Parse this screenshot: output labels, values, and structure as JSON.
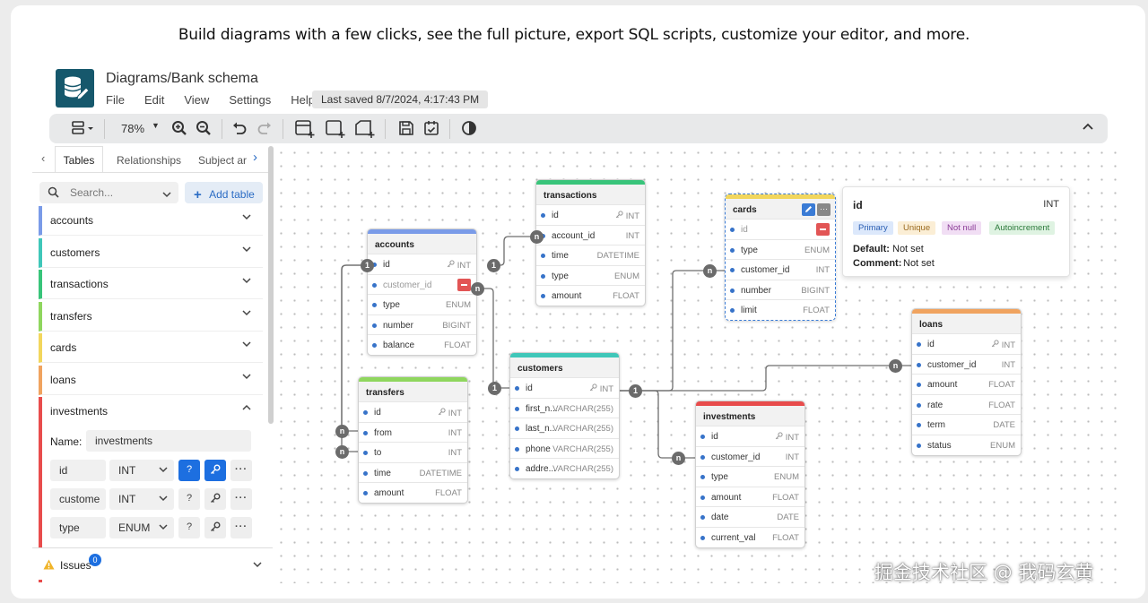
{
  "headline": "Build diagrams with a few clicks, see the full picture, export SQL scripts, customize your editor, and more.",
  "app": {
    "title": "Diagrams/Bank schema",
    "menu": [
      "File",
      "Edit",
      "View",
      "Settings",
      "Help"
    ],
    "last_saved": "Last saved 8/7/2024, 4:17:43 PM"
  },
  "toolbar": {
    "zoom": "78%"
  },
  "sidebar": {
    "tabs": [
      "Tables",
      "Relationships",
      "Subject ar"
    ],
    "search_placeholder": "Search...",
    "add_table": "Add table",
    "tables": [
      {
        "name": "accounts",
        "color": "#7a9be8"
      },
      {
        "name": "customers",
        "color": "#3fc7b9"
      },
      {
        "name": "transactions",
        "color": "#38c47a"
      },
      {
        "name": "transfers",
        "color": "#8fd65e"
      },
      {
        "name": "cards",
        "color": "#f2d65c"
      },
      {
        "name": "loans",
        "color": "#f0a35f"
      },
      {
        "name": "investments",
        "color": "#e84c4c"
      }
    ],
    "editor": {
      "name_label": "Name:",
      "name_value": "investments",
      "fields": [
        {
          "name": "id",
          "type": "INT"
        },
        {
          "name": "custome",
          "type": "INT"
        },
        {
          "name": "type",
          "type": "ENUM"
        }
      ]
    },
    "issues_label": "Issues",
    "issues_count": "0"
  },
  "diagram": {
    "tables": [
      {
        "id": "accounts",
        "title": "accounts",
        "color": "#7a9be8",
        "fields": [
          [
            "id",
            "INT"
          ],
          [
            "customer_id",
            ""
          ],
          [
            "type",
            "ENUM"
          ],
          [
            "number",
            "BIGINT"
          ],
          [
            "balance",
            "FLOAT"
          ]
        ]
      },
      {
        "id": "transactions",
        "title": "transactions",
        "color": "#38c47a",
        "fields": [
          [
            "id",
            "INT"
          ],
          [
            "account_id",
            "INT"
          ],
          [
            "time",
            "DATETIME"
          ],
          [
            "type",
            "ENUM"
          ],
          [
            "amount",
            "FLOAT"
          ]
        ]
      },
      {
        "id": "cards",
        "title": "cards",
        "color": "#f2d65c",
        "fields": [
          [
            "id",
            ""
          ],
          [
            "type",
            "ENUM"
          ],
          [
            "customer_id",
            "INT"
          ],
          [
            "number",
            "BIGINT"
          ],
          [
            "limit",
            "FLOAT"
          ]
        ]
      },
      {
        "id": "transfers",
        "title": "transfers",
        "color": "#8fd65e",
        "fields": [
          [
            "id",
            "INT"
          ],
          [
            "from",
            "INT"
          ],
          [
            "to",
            "INT"
          ],
          [
            "time",
            "DATETIME"
          ],
          [
            "amount",
            "FLOAT"
          ]
        ]
      },
      {
        "id": "customers",
        "title": "customers",
        "color": "#3fc7b9",
        "fields": [
          [
            "id",
            "INT"
          ],
          [
            "first_n...",
            "VARCHAR(255)"
          ],
          [
            "last_n...",
            "VARCHAR(255)"
          ],
          [
            "phone",
            "VARCHAR(255)"
          ],
          [
            "addre...",
            "VARCHAR(255)"
          ]
        ]
      },
      {
        "id": "investments",
        "title": "investments",
        "color": "#e84c4c",
        "fields": [
          [
            "id",
            "INT"
          ],
          [
            "customer_id",
            "INT"
          ],
          [
            "type",
            "ENUM"
          ],
          [
            "amount",
            "FLOAT"
          ],
          [
            "date",
            "DATE"
          ],
          [
            "current_val",
            "FLOAT"
          ]
        ]
      },
      {
        "id": "loans",
        "title": "loans",
        "color": "#f0a35f",
        "fields": [
          [
            "id",
            "INT"
          ],
          [
            "customer_id",
            "INT"
          ],
          [
            "amount",
            "FLOAT"
          ],
          [
            "rate",
            "FLOAT"
          ],
          [
            "term",
            "DATE"
          ],
          [
            "status",
            "ENUM"
          ]
        ]
      }
    ],
    "relation_labels": {
      "one": "1",
      "many": "n"
    }
  },
  "tooltip": {
    "field": "id",
    "type": "INT",
    "badges": [
      "Primary",
      "Unique",
      "Not null",
      "Autoincrement"
    ],
    "default_label": "Default:",
    "default_value": "Not set",
    "comment_label": "Comment:",
    "comment_value": "Not set"
  },
  "watermark": "掘金技术社区 @ 我码玄黄"
}
